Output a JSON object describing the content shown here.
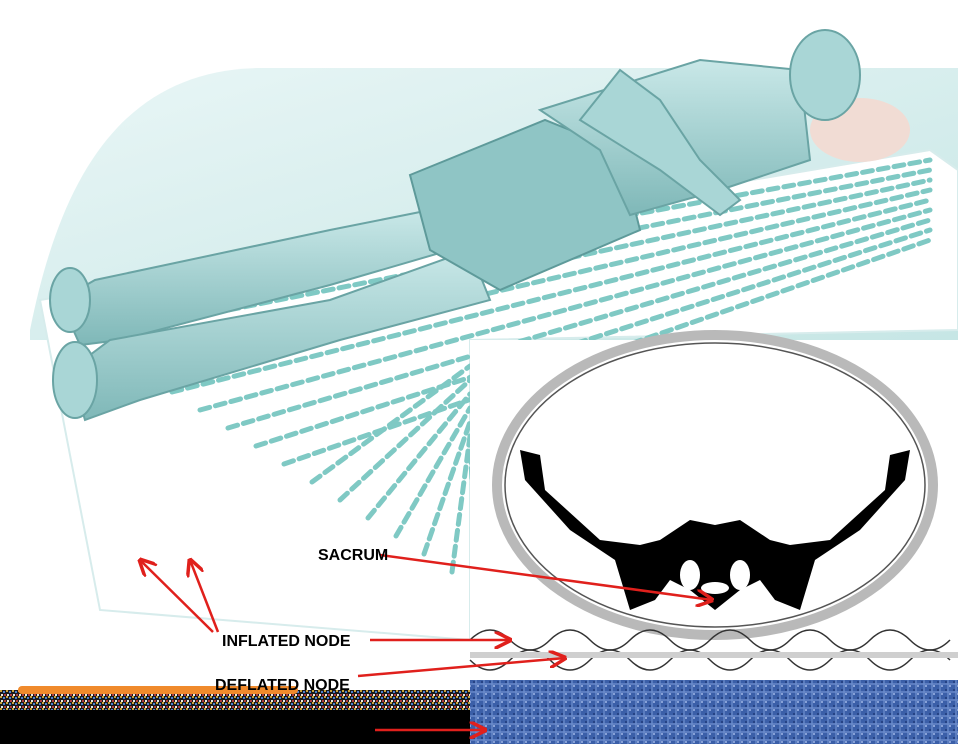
{
  "labels": {
    "sacrum": "SACRUM",
    "inflated_node": "INFLATED NODE",
    "deflated_node": "DEFLATED NODE"
  },
  "colors": {
    "arrow": "#e0201c",
    "mattress_teal": "#7fc9c4",
    "body_teal": "#a9d6d6",
    "bone": "#000000",
    "cushion_shell": "#b9b9b9",
    "fabric_base": "#3b5fa8",
    "orange_bar": "#f08a2c"
  },
  "icons": [
    "person-figure",
    "pillow",
    "node-mattress-grid",
    "pelvis-cross-section",
    "sacrum-bone",
    "fabric-base",
    "arrow"
  ]
}
